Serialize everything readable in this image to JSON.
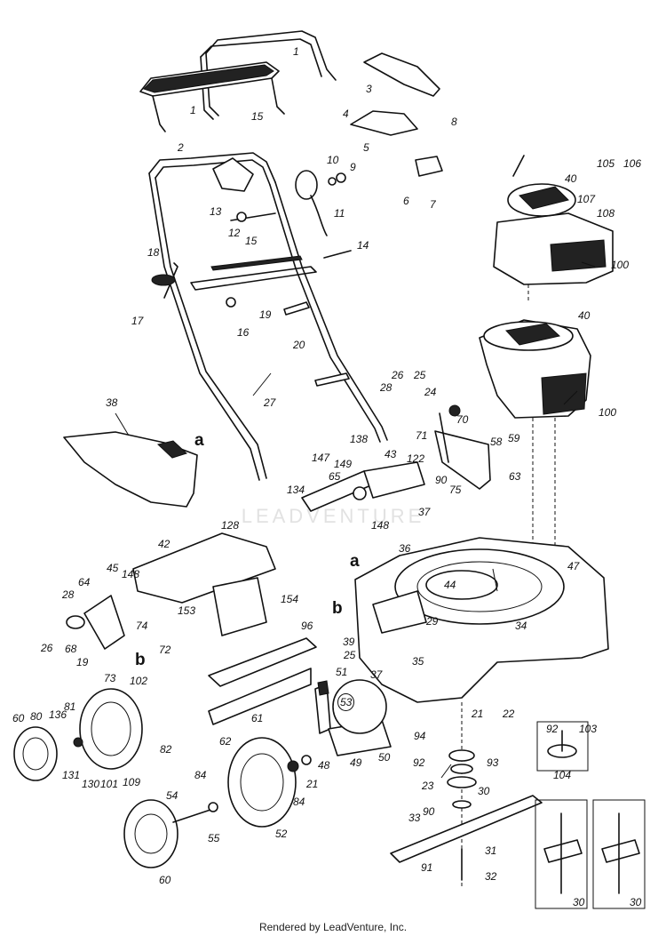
{
  "callouts": [
    {
      "text": "1"
    },
    {
      "text": "1"
    },
    {
      "text": "2"
    },
    {
      "text": "3"
    },
    {
      "text": "4"
    },
    {
      "text": "5"
    },
    {
      "text": "6"
    },
    {
      "text": "7"
    },
    {
      "text": "8"
    },
    {
      "text": "9"
    },
    {
      "text": "10"
    },
    {
      "text": "11"
    },
    {
      "text": "12"
    },
    {
      "text": "13"
    },
    {
      "text": "14"
    },
    {
      "text": "15"
    },
    {
      "text": "15"
    },
    {
      "text": "16"
    },
    {
      "text": "17"
    },
    {
      "text": "18"
    },
    {
      "text": "19"
    },
    {
      "text": "20"
    },
    {
      "text": "27"
    },
    {
      "text": "38"
    },
    {
      "text": "a"
    },
    {
      "text": "105"
    },
    {
      "text": "106"
    },
    {
      "text": "40"
    },
    {
      "text": "107"
    },
    {
      "text": "108"
    },
    {
      "text": "100"
    },
    {
      "text": "40"
    },
    {
      "text": "100"
    },
    {
      "text": "26"
    },
    {
      "text": "25"
    },
    {
      "text": "28"
    },
    {
      "text": "24"
    },
    {
      "text": "70"
    },
    {
      "text": "71"
    },
    {
      "text": "58"
    },
    {
      "text": "59"
    },
    {
      "text": "138"
    },
    {
      "text": "43"
    },
    {
      "text": "147"
    },
    {
      "text": "149"
    },
    {
      "text": "122"
    },
    {
      "text": "65"
    },
    {
      "text": "90"
    },
    {
      "text": "75"
    },
    {
      "text": "63"
    },
    {
      "text": "37"
    },
    {
      "text": "134"
    },
    {
      "text": "148"
    },
    {
      "text": "128"
    },
    {
      "text": "42"
    },
    {
      "text": "36"
    },
    {
      "text": "a"
    },
    {
      "text": "47"
    },
    {
      "text": "44"
    },
    {
      "text": "45"
    },
    {
      "text": "148"
    },
    {
      "text": "154"
    },
    {
      "text": "153"
    },
    {
      "text": "64"
    },
    {
      "text": "b"
    },
    {
      "text": "29"
    },
    {
      "text": "34"
    },
    {
      "text": "28"
    },
    {
      "text": "74"
    },
    {
      "text": "96"
    },
    {
      "text": "39"
    },
    {
      "text": "25"
    },
    {
      "text": "35"
    },
    {
      "text": "26"
    },
    {
      "text": "68"
    },
    {
      "text": "72"
    },
    {
      "text": "19"
    },
    {
      "text": "b"
    },
    {
      "text": "51"
    },
    {
      "text": "37"
    },
    {
      "text": "73"
    },
    {
      "text": "102"
    },
    {
      "text": "53"
    },
    {
      "text": "21"
    },
    {
      "text": "22"
    },
    {
      "text": "60"
    },
    {
      "text": "80"
    },
    {
      "text": "136"
    },
    {
      "text": "81"
    },
    {
      "text": "61"
    },
    {
      "text": "82"
    },
    {
      "text": "92"
    },
    {
      "text": "103"
    },
    {
      "text": "94"
    },
    {
      "text": "62"
    },
    {
      "text": "131"
    },
    {
      "text": "130"
    },
    {
      "text": "101"
    },
    {
      "text": "109"
    },
    {
      "text": "48"
    },
    {
      "text": "49"
    },
    {
      "text": "50"
    },
    {
      "text": "93"
    },
    {
      "text": "92"
    },
    {
      "text": "104"
    },
    {
      "text": "84"
    },
    {
      "text": "21"
    },
    {
      "text": "23"
    },
    {
      "text": "30"
    },
    {
      "text": "54"
    },
    {
      "text": "84"
    },
    {
      "text": "90"
    },
    {
      "text": "33"
    },
    {
      "text": "55"
    },
    {
      "text": "52"
    },
    {
      "text": "31"
    },
    {
      "text": "91"
    },
    {
      "text": "32"
    },
    {
      "text": "60"
    },
    {
      "text": "30"
    },
    {
      "text": "30"
    }
  ],
  "footer": "Rendered by LeadVenture, Inc.",
  "watermark": "LEADVENTURE"
}
